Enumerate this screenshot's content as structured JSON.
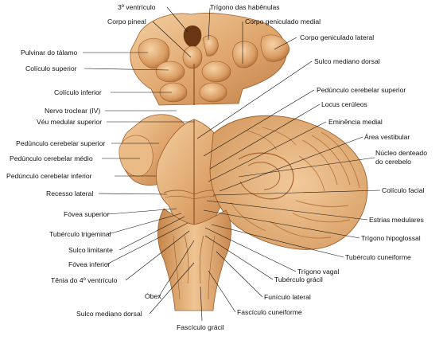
{
  "labels": {
    "terceiro_ventriculo": "3º ventrículo",
    "trigono_habenulas": "Trígono das habênulas",
    "corpo_pineal": "Corpo pineal",
    "corpo_geniculado_medial": "Corpo geniculado medial",
    "corpo_geniculado_lateral": "Corpo geniculado lateral",
    "pulvinar": "Pulvinar do tálamo",
    "coliculo_superior": "Colículo superior",
    "sulco_mediano_dorsal_top": "Sulco mediano dorsal",
    "coliculo_inferior": "Colículo inferior",
    "pedunculo_cerebelar_superior_right": "Pedúnculo cerebelar superior",
    "locus_ceruleos": "Locus cerúleos",
    "nervo_troclear": "Nervo troclear (IV)",
    "veu_medular_superior": "Véu medular superior",
    "eminencia_medial": "Eminência medial",
    "area_vestibular": "Área vestibular",
    "pedunculo_cerebelar_superior_left": "Pedúnculo cerebelar superior",
    "nucleo_denteado_1": "Núcleo denteado",
    "nucleo_denteado_2": "do cerebelo",
    "pedunculo_cerebelar_medio": "Pedúnculo cerebelar médio",
    "pedunculo_cerebelar_inferior": "Pedúnculo cerebelar inferior",
    "coliculo_facial": "Colículo facial",
    "recesso_lateral": "Recesso lateral",
    "estrias_medulares": "Estrias medulares",
    "fovea_superior": "Fóvea superior",
    "trigono_hipoglossal": "Trígono hipoglossal",
    "tuberculo_trigeminal": "Tubérculo trigeminal",
    "tuberculo_cuneiforme": "Tubérculo cuneiforme",
    "sulco_limitante": "Sulco limitante",
    "trigono_vagal": "Trígono vagal",
    "fovea_inferior": "Fóvea inferior",
    "tubercula_gracil": "Tubérculo grácil",
    "tenia": "Tênia do 4º ventrículo",
    "obex": "Óbex",
    "funiculo_lateral": "Funículo lateral",
    "sulco_mediano_dorsal_bottom": "Sulco mediano dorsal",
    "fasciculo_cuneiforme": "Fascículo cuneiforme",
    "fasciculo_gracil": "Fascículo grácil"
  },
  "colors": {
    "tissue_light": "#f0c391",
    "tissue_mid": "#dc9e66",
    "tissue_dark": "#b9753f",
    "shadow": "#8a4f22",
    "leader": "#111111"
  }
}
